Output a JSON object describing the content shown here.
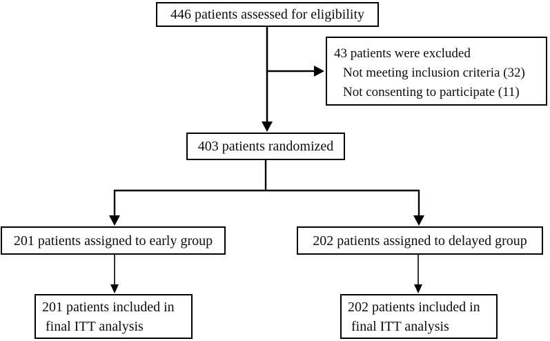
{
  "colors": {
    "line": "#000000",
    "border": "#000000",
    "background": "#ffffff",
    "text": "#0d0d0d"
  },
  "boxes": {
    "assessed": {
      "text": "446 patients assessed for eligibility"
    },
    "excluded": {
      "lines": [
        "43 patients were excluded",
        "Not meeting inclusion criteria (32)",
        "Not consenting to participate (11)"
      ]
    },
    "randomized": {
      "text": "403 patients randomized"
    },
    "early_group": {
      "text": "201 patients assigned to early group"
    },
    "delayed_group": {
      "text": "202 patients assigned to delayed group"
    },
    "early_itt": {
      "lines": [
        "201 patients included in",
        "final ITT analysis"
      ]
    },
    "delayed_itt": {
      "lines": [
        "202 patients included in",
        "final ITT analysis"
      ]
    }
  }
}
